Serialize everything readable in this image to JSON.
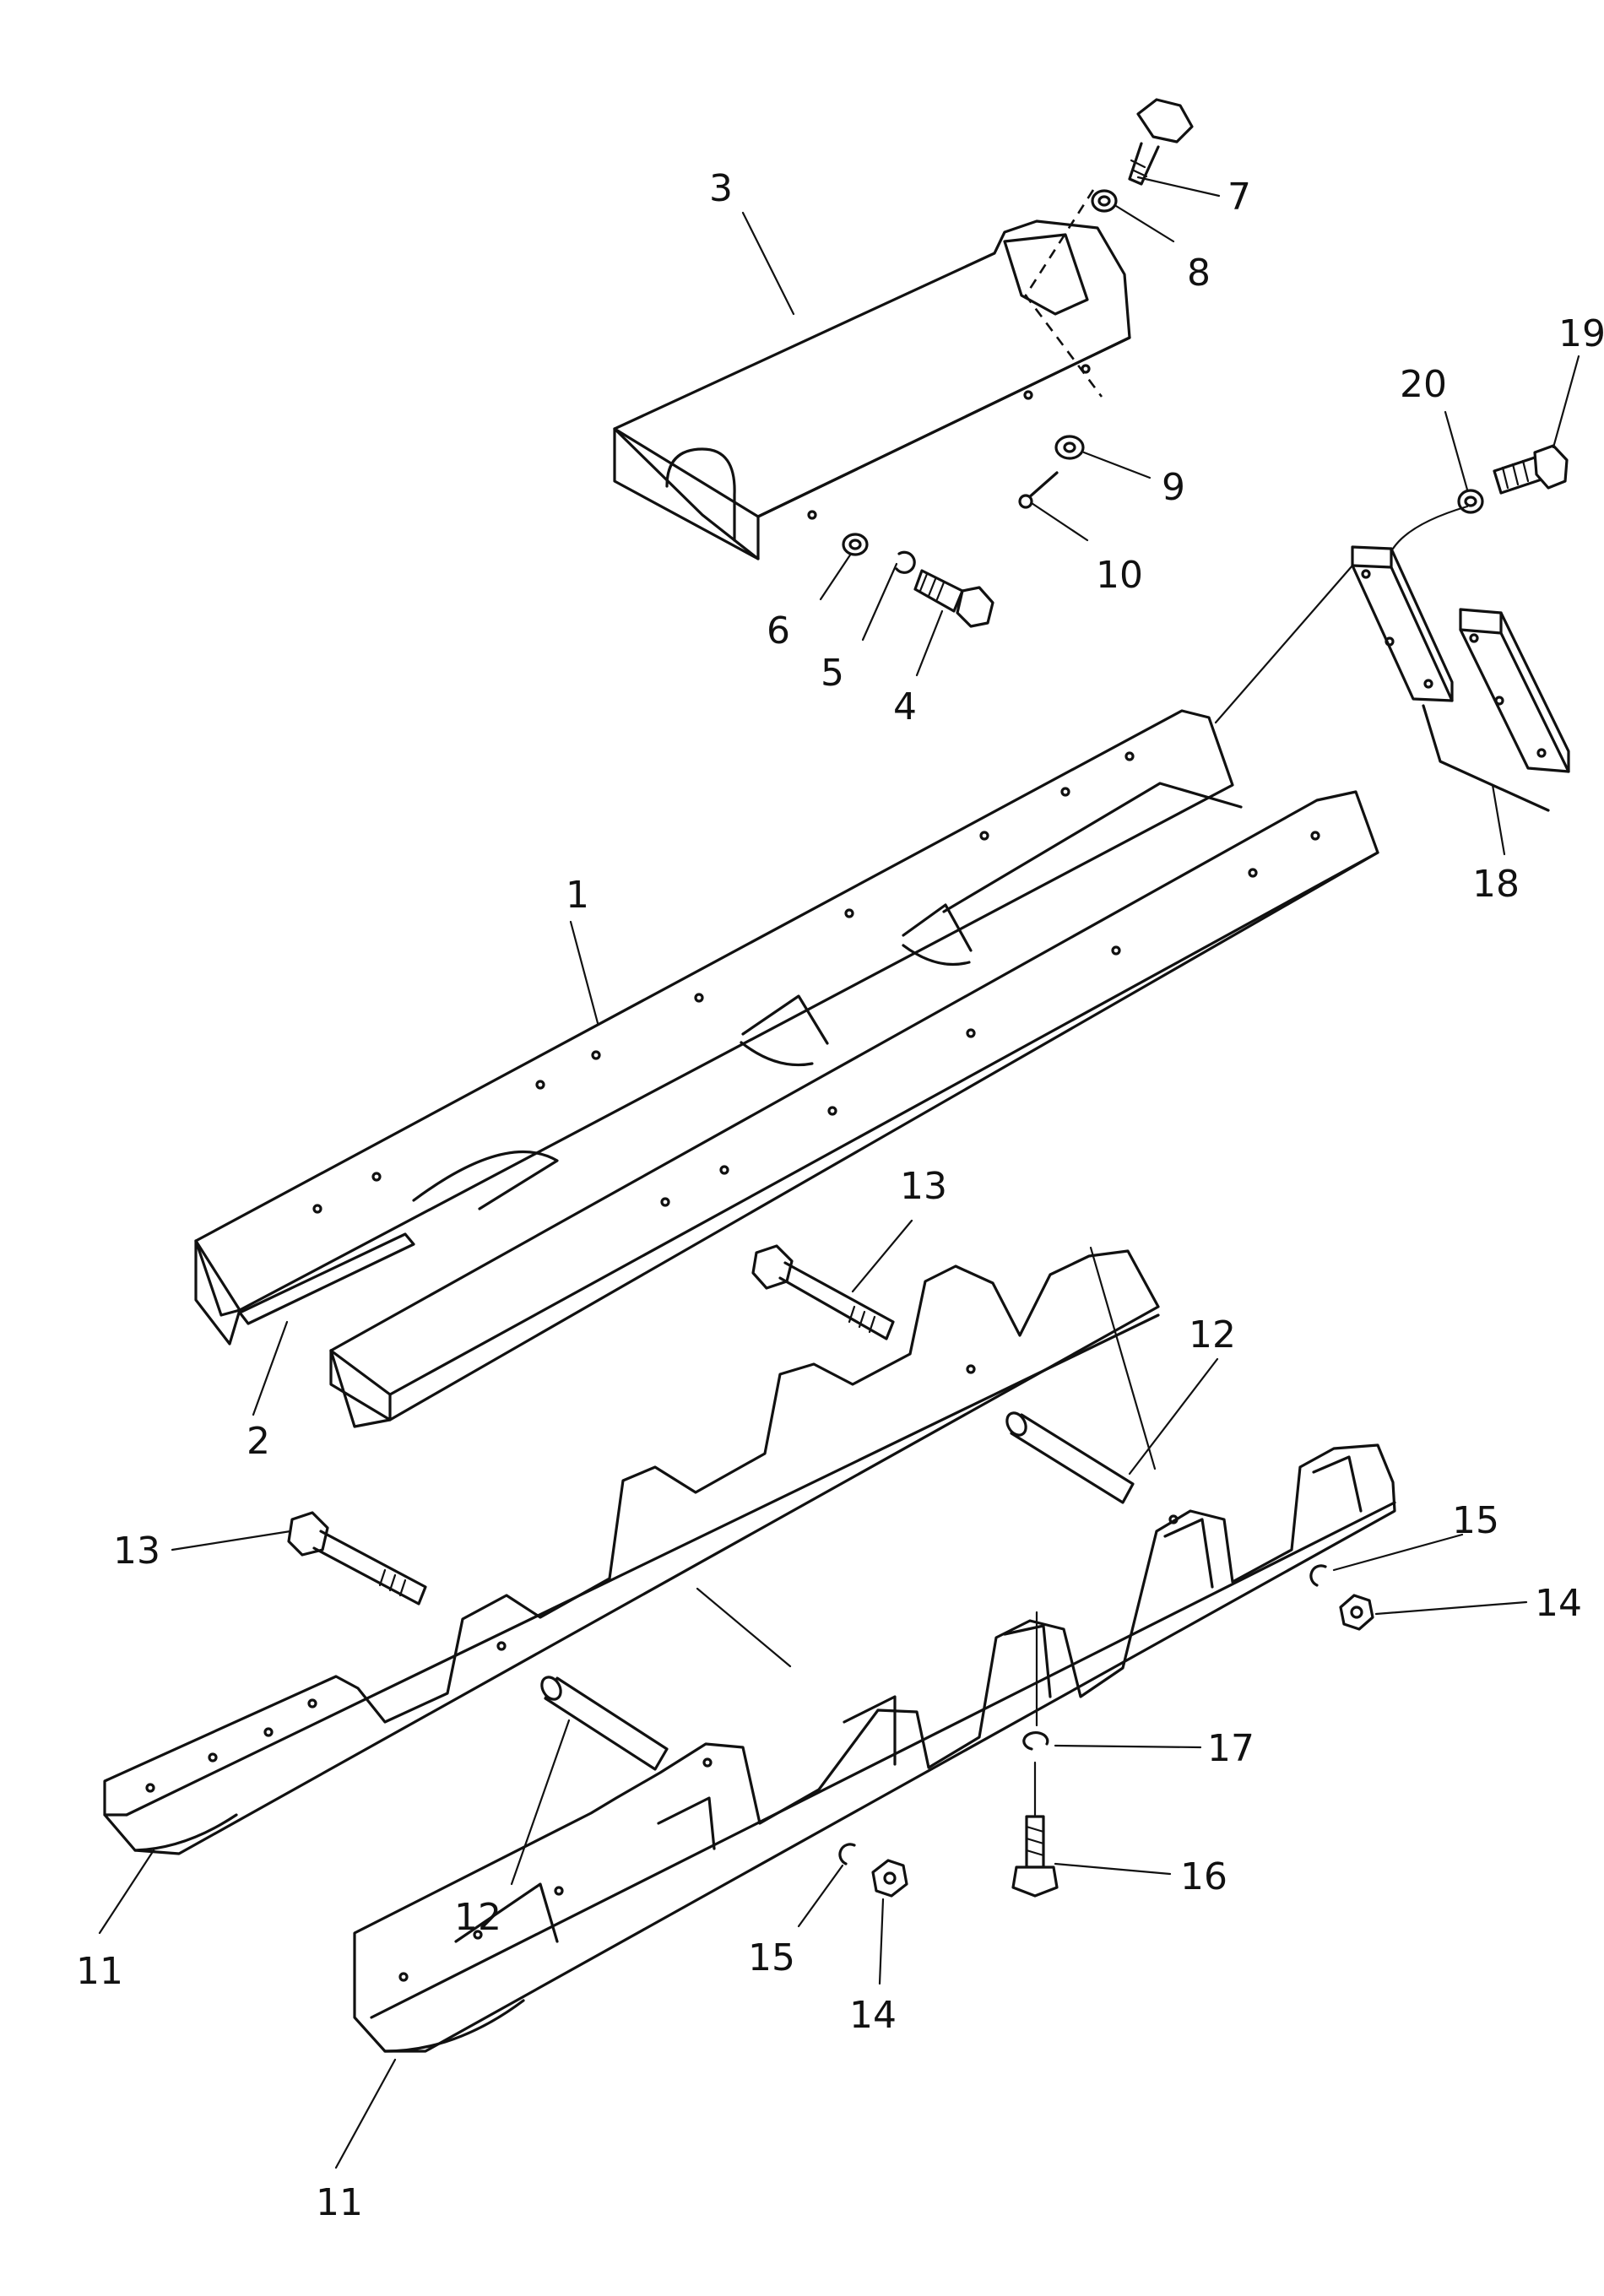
{
  "callouts": [
    {
      "key": "c1",
      "text": "1"
    },
    {
      "key": "c2",
      "text": "2"
    },
    {
      "key": "c3",
      "text": "3"
    },
    {
      "key": "c4",
      "text": "4"
    },
    {
      "key": "c5",
      "text": "5"
    },
    {
      "key": "c6",
      "text": "6"
    },
    {
      "key": "c7",
      "text": "7"
    },
    {
      "key": "c8",
      "text": "8"
    },
    {
      "key": "c9",
      "text": "9"
    },
    {
      "key": "c10",
      "text": "10"
    },
    {
      "key": "c11a",
      "text": "11"
    },
    {
      "key": "c11b",
      "text": "11"
    },
    {
      "key": "c12a",
      "text": "12"
    },
    {
      "key": "c12b",
      "text": "12"
    },
    {
      "key": "c13a",
      "text": "13"
    },
    {
      "key": "c13b",
      "text": "13"
    },
    {
      "key": "c14a",
      "text": "14"
    },
    {
      "key": "c14b",
      "text": "14"
    },
    {
      "key": "c15a",
      "text": "15"
    },
    {
      "key": "c15b",
      "text": "15"
    },
    {
      "key": "c16",
      "text": "16"
    },
    {
      "key": "c17",
      "text": "17"
    },
    {
      "key": "c18",
      "text": "18"
    },
    {
      "key": "c19",
      "text": "19"
    },
    {
      "key": "c20",
      "text": "20"
    }
  ],
  "colors": {
    "line": "#111111",
    "background": "#ffffff"
  }
}
